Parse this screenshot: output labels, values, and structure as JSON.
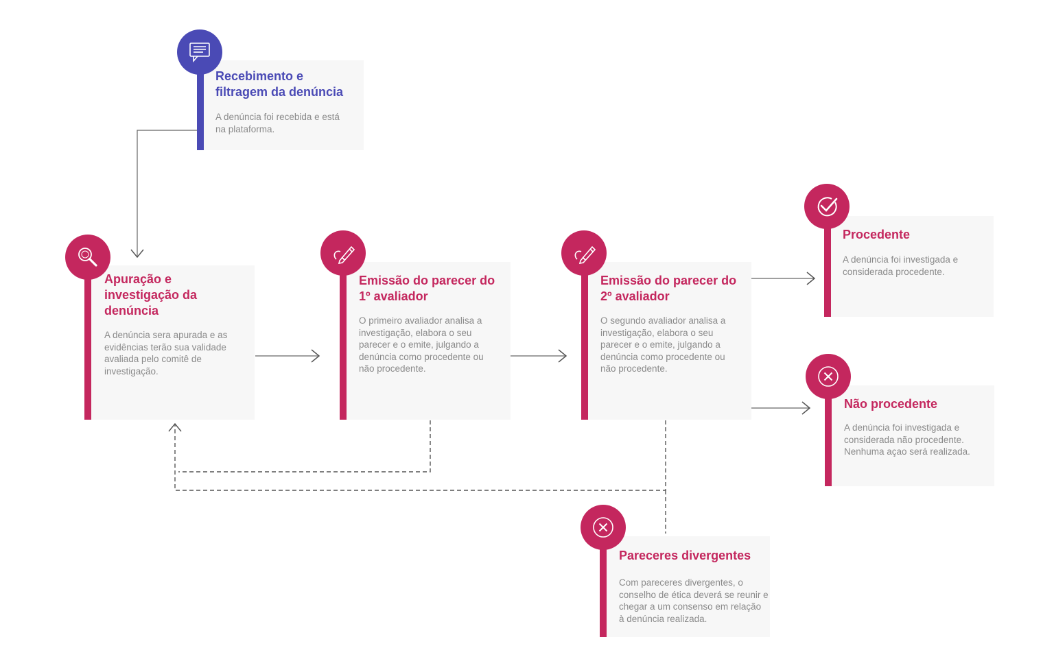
{
  "colors": {
    "blue": "#4a4ab5",
    "pink": "#c4275e",
    "card_bg": "#f7f7f7",
    "text_gray": "#8a8a8a",
    "connector": "#555555"
  },
  "steps": {
    "recebimento": {
      "title": "Recebimento e filtragem da denúncia",
      "text": "A denúncia foi recebida e está na plataforma.",
      "icon": "chat-icon"
    },
    "apuracao": {
      "title": "Apuração e investigação da denúncia",
      "text": "A denúncia sera apurada e as evidências terão sua validade avaliada pelo comitê de investigação.",
      "icon": "magnifier-icon"
    },
    "parecer1": {
      "title": "Emissão do parecer do 1º avaliador",
      "text": "O primeiro avaliador analisa a investigação, elabora o seu parecer e o emite, julgando a denúncia como procedente ou não procedente.",
      "icon": "pencil-icon"
    },
    "parecer2": {
      "title": "Emissão do parecer do 2º avaliador",
      "text": "O segundo avaliador analisa a investigação, elabora o seu parecer e o emite, julgando a denúncia como procedente ou não procedente.",
      "icon": "pencil-icon"
    },
    "procedente": {
      "title": "Procedente",
      "text": "A denúncia foi investigada e considerada procedente.",
      "icon": "check-icon"
    },
    "nao_procedente": {
      "title": "Não procedente",
      "text": "A denúncia foi investigada e considerada não procedente. Nenhuma açao será realizada.",
      "icon": "x-icon"
    },
    "divergentes": {
      "title": "Pareceres divergentes",
      "text": "Com pareceres divergentes, o conselho de ética deverá se reunir e chegar a um consenso em relação à denúncia realizada.",
      "icon": "x-icon"
    }
  }
}
